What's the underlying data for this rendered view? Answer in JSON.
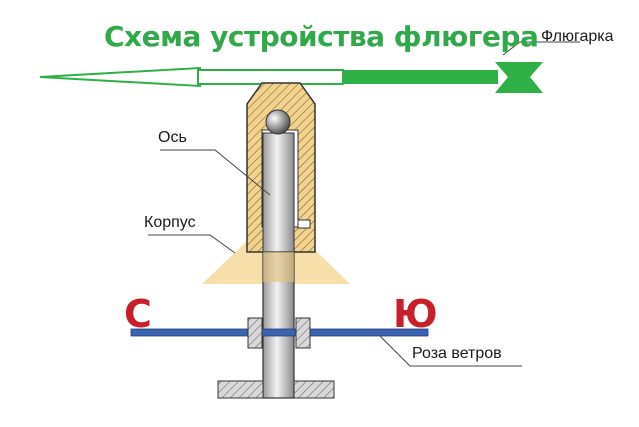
{
  "title": "Схема устройства флюгера",
  "labels": {
    "vane": "Флюгарка",
    "axis": "Ось",
    "housing": "Корпус",
    "wind_rose": "Роза ветров"
  },
  "directions": {
    "north": "С",
    "south": "Ю"
  },
  "colors": {
    "title": "#31a94a",
    "arrow": "#2fb047",
    "housing": "#f4d28a",
    "rose": "#3a63b0",
    "directions": "#c8202a"
  }
}
